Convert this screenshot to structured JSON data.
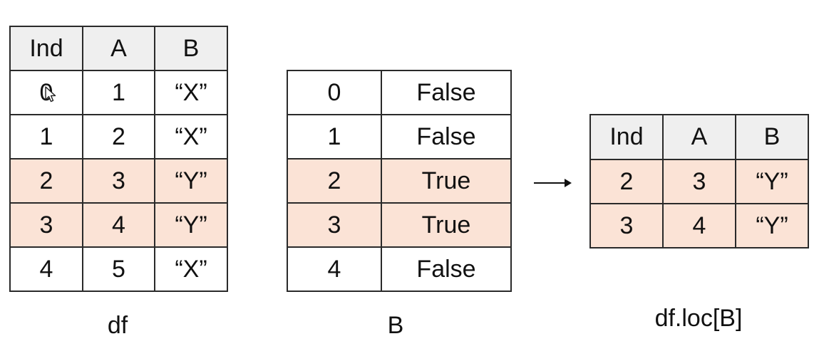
{
  "df": {
    "header": [
      "Ind",
      "A",
      "B"
    ],
    "rows": [
      {
        "ind": "0",
        "a": "1",
        "b": "“X”",
        "highlight": false
      },
      {
        "ind": "1",
        "a": "2",
        "b": "“X”",
        "highlight": false
      },
      {
        "ind": "2",
        "a": "3",
        "b": "“Y”",
        "highlight": true
      },
      {
        "ind": "3",
        "a": "4",
        "b": "“Y”",
        "highlight": true
      },
      {
        "ind": "4",
        "a": "5",
        "b": "“X”",
        "highlight": false
      }
    ],
    "caption": "df"
  },
  "mask": {
    "rows": [
      {
        "index": "0",
        "value": "False",
        "highlight": false
      },
      {
        "index": "1",
        "value": "False",
        "highlight": false
      },
      {
        "index": "2",
        "value": "True",
        "highlight": true
      },
      {
        "index": "3",
        "value": "True",
        "highlight": true
      },
      {
        "index": "4",
        "value": "False",
        "highlight": false
      }
    ],
    "caption": "B"
  },
  "result": {
    "header": [
      "Ind",
      "A",
      "B"
    ],
    "rows": [
      {
        "ind": "2",
        "a": "3",
        "b": "“Y”",
        "highlight": true
      },
      {
        "ind": "3",
        "a": "4",
        "b": "“Y”",
        "highlight": true
      }
    ],
    "caption": "df.loc[B]"
  },
  "colors": {
    "highlight": "#fbe3d6",
    "header": "#efefef",
    "border": "#2a2a2a"
  },
  "icons": [
    "mouse-cursor-icon",
    "right-arrow-icon"
  ]
}
